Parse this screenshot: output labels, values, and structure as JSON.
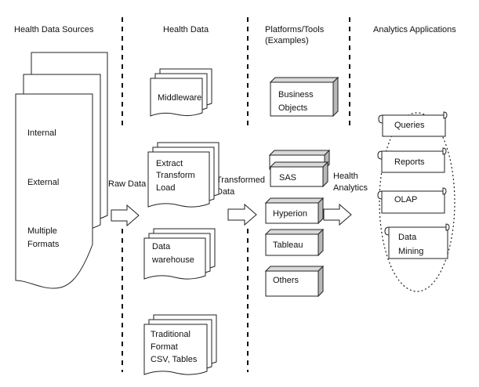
{
  "headers": {
    "sources": "Health Data Sources",
    "health_data": "Health Data",
    "platforms_line1": "Platforms/Tools",
    "platforms_line2": "(Examples)",
    "analytics": "Analytics Applications"
  },
  "sources": [
    "Internal",
    "External",
    "Multiple",
    "Formats"
  ],
  "flows": {
    "raw": "Raw Data",
    "transformed_1": "Transformed",
    "transformed_2": "Data",
    "health_1": "Health",
    "health_2": "Analytics"
  },
  "health_data": {
    "middleware": "Middleware",
    "etl": [
      "Extract",
      "Transform",
      "Load"
    ],
    "warehouse": [
      "Data",
      "warehouse"
    ],
    "traditional": [
      "Traditional",
      "Format",
      "CSV, Tables"
    ]
  },
  "platforms": {
    "bo": [
      "Business",
      "Objects"
    ],
    "sas": "SAS",
    "hyperion": "Hyperion",
    "tableau": "Tableau",
    "others": "Others"
  },
  "applications": [
    "Queries",
    "Reports",
    "OLAP"
  ],
  "data_mining": [
    "Data",
    "Mining"
  ]
}
